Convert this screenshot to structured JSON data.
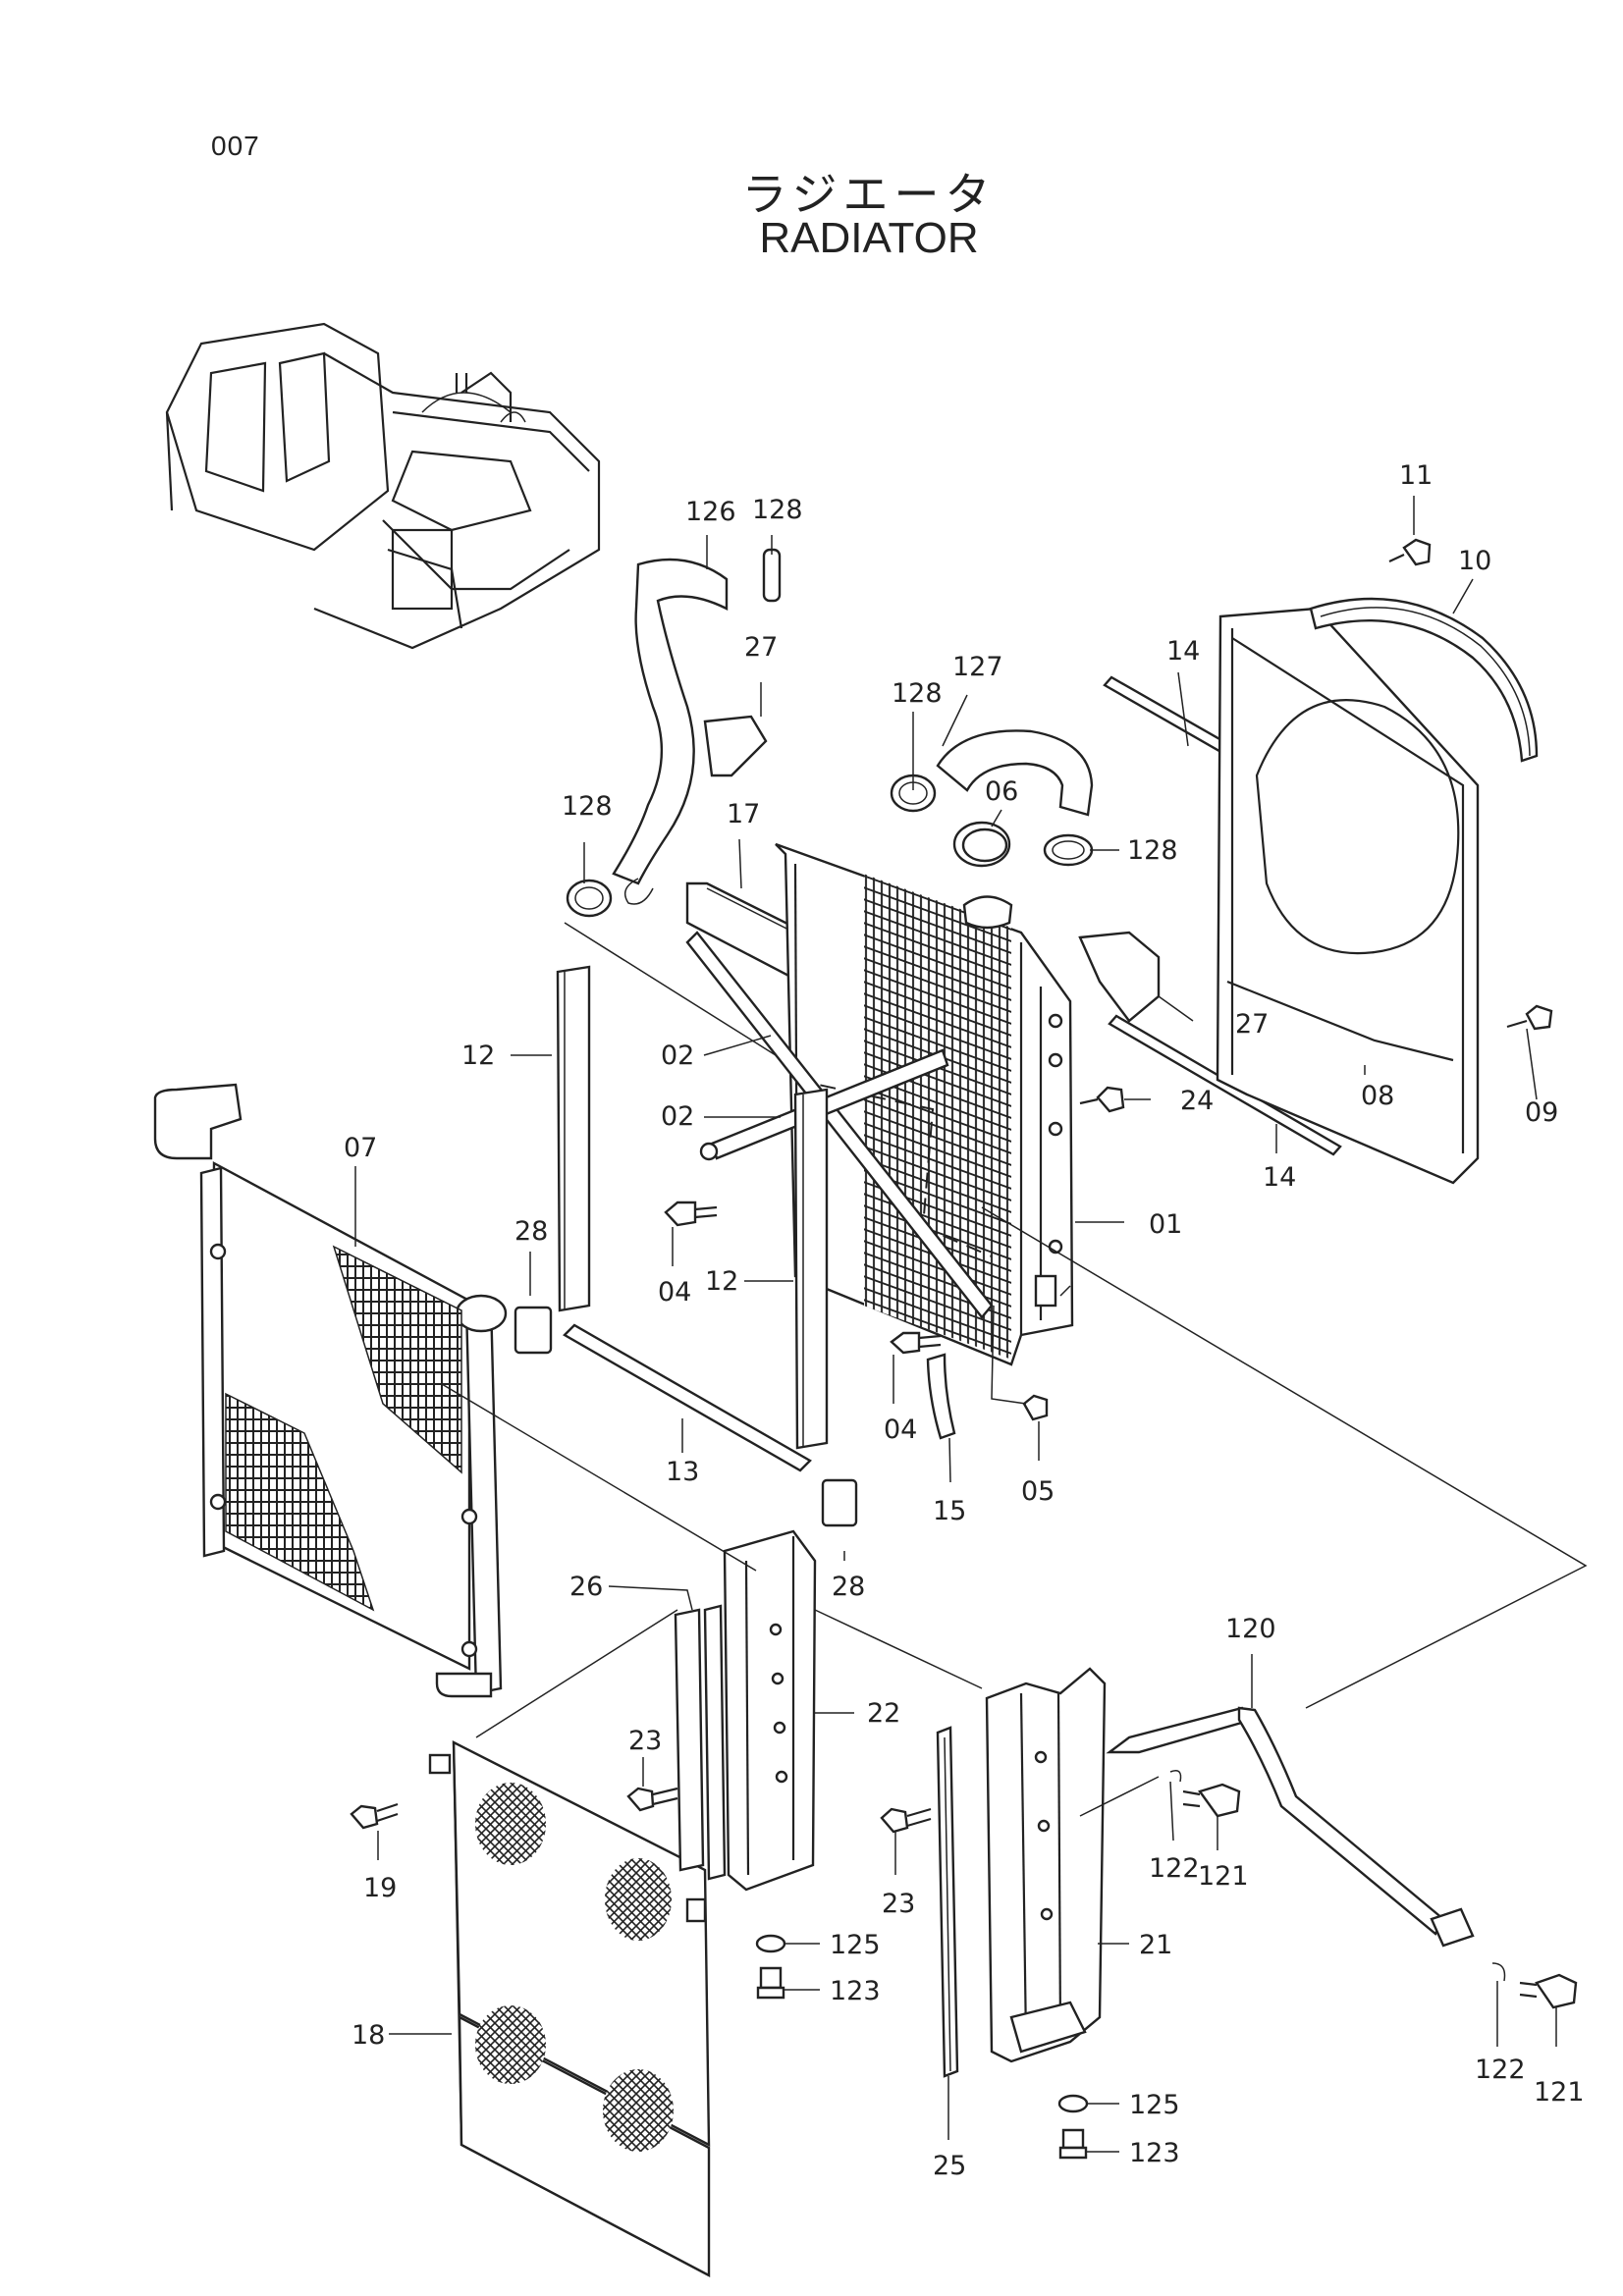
{
  "page_number": "007",
  "title_japanese": "ラジエータ",
  "title_english": "RADIATOR",
  "callouts": {
    "p01": "01",
    "p02a": "02",
    "p02b": "02",
    "p04a": "04",
    "p04b": "04",
    "p05": "05",
    "p06": "06",
    "p07": "07",
    "p08": "08",
    "p09": "09",
    "p10": "10",
    "p11": "11",
    "p12a": "12",
    "p12b": "12",
    "p13": "13",
    "p14a": "14",
    "p14b": "14",
    "p15": "15",
    "p17": "17",
    "p18": "18",
    "p19": "19",
    "p21": "21",
    "p22": "22",
    "p23a": "23",
    "p23b": "23",
    "p24": "24",
    "p25": "25",
    "p26": "26",
    "p27a": "27",
    "p27b": "27",
    "p28a": "28",
    "p28b": "28",
    "p120": "120",
    "p121a": "121",
    "p121b": "121",
    "p122a": "122",
    "p122b": "122",
    "p123a": "123",
    "p123b": "123",
    "p125a": "125",
    "p125b": "125",
    "p126": "126",
    "p127": "127",
    "p128a": "128",
    "p128b": "128",
    "p128c": "128",
    "p128d": "128"
  }
}
